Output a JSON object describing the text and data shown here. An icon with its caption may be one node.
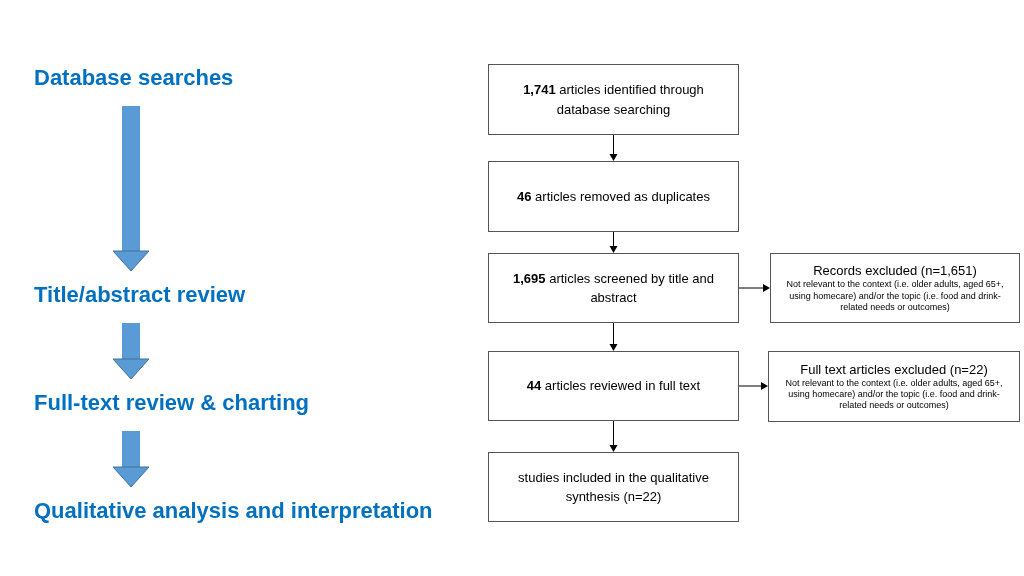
{
  "diagram": {
    "nodes": [
      {
        "text": [
          "Database searches"
        ]
      },
      {
        "text": [
          "Title/abstract review"
        ]
      },
      {
        "text": [
          "Full-text review & charting"
        ]
      },
      {
        "text": [
          "Qualitative analysis and interpretation"
        ]
      },
      {
        "text": [
          "**1,741** articles identified through database searching"
        ]
      },
      {
        "text": [
          "**46** articles removed as duplicates"
        ]
      },
      {
        "text": [
          "**1,695** articles screened by title and abstract"
        ]
      },
      {
        "text": [
          "Records excluded (n=1,651)",
          "Not relevant to the context (i.e. older adults, aged 65+, using homecare) and/or the topic (i.e. food and drink-related needs or outcomes)"
        ]
      },
      {
        "text": [
          "**44** articles reviewed in full text"
        ]
      },
      {
        "text": [
          "Full text articles excluded (n=22)",
          "Not relevant to the context (i.e. older adults, aged 65+, using homecare) and/or the topic (i.e. food and drink-related needs or outcomes)"
        ]
      },
      {
        "text": [
          "studies included in the qualitative synthesis (n=22)"
        ]
      }
    ],
    "edges": [
      {
        "from": 0,
        "to": 1,
        "arrow": "to",
        "style": "thick",
        "color": "#5b9bd5"
      },
      {
        "from": 1,
        "to": 2,
        "arrow": "to",
        "style": "thick",
        "color": "#5b9bd5"
      },
      {
        "from": 2,
        "to": 3,
        "arrow": "to",
        "style": "thick",
        "color": "#5b9bd5"
      },
      {
        "from": 4,
        "to": 5,
        "arrow": "to"
      },
      {
        "from": 5,
        "to": 6,
        "arrow": "to"
      },
      {
        "from": 6,
        "to": 7,
        "arrow": "to"
      },
      {
        "from": 6,
        "to": 8,
        "arrow": "to"
      },
      {
        "from": 8,
        "to": 9,
        "arrow": "to"
      },
      {
        "from": 8,
        "to": 10,
        "arrow": "to"
      }
    ]
  }
}
